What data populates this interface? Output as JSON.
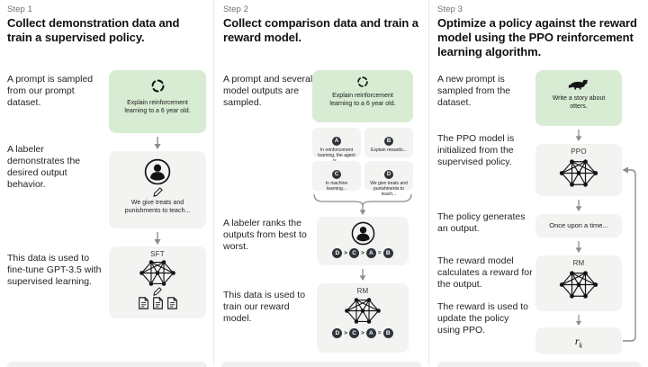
{
  "colors": {
    "green_box": "#d7ecd3",
    "gray_box": "#f3f3f1",
    "badge": "#2f343a",
    "text": "#1c1c1c",
    "muted": "#6f6f6f",
    "arrow": "#8c8c8c"
  },
  "steps": [
    {
      "label": "Step 1",
      "title": "Collect demonstration data and train a supervised policy.",
      "texts": [
        "A prompt is sampled from our prompt dataset.",
        "A labeler demonstrates the desired output behavior.",
        "This data is used to fine-tune GPT-3.5 with supervised learning."
      ],
      "prompt": "Explain reinforcement learning to a 6 year old.",
      "labeler_caption": "We give treats and punishments to teach...",
      "model_label": "SFT"
    },
    {
      "label": "Step 2",
      "title": "Collect comparison data and train a reward model.",
      "texts": [
        "A prompt and several model outputs are sampled.",
        "A labeler ranks the outputs from best to worst.",
        "This data is used to train our reward model."
      ],
      "prompt": "Explain reinforcement learning to a 6 year old.",
      "outputs": [
        {
          "letter": "A",
          "text": "In reinforcement learning, the agent is..."
        },
        {
          "letter": "B",
          "text": "Explain rewards..."
        },
        {
          "letter": "C",
          "text": "In machine learning..."
        },
        {
          "letter": "D",
          "text": "We give treats and punishments to teach..."
        }
      ],
      "ranking": {
        "letters": [
          "D",
          "C",
          "A",
          "B"
        ],
        "separators": [
          ">",
          ">",
          "="
        ]
      },
      "model_label": "RM"
    },
    {
      "label": "Step 3",
      "title": "Optimize a policy against the reward model using the PPO reinforcement learning algorithm.",
      "texts": [
        "A new prompt is sampled from the dataset.",
        "The PPO model is initialized from the supervised policy.",
        "The policy generates an output.",
        "The reward model calculates a reward for the output.",
        "The reward is used to update the policy using PPO."
      ],
      "prompt": "Write a story about otters.",
      "ppo_label": "PPO",
      "output_text": "Once upon a time...",
      "rm_label": "RM",
      "reward_symbol": "r",
      "reward_subscript": "k"
    }
  ]
}
